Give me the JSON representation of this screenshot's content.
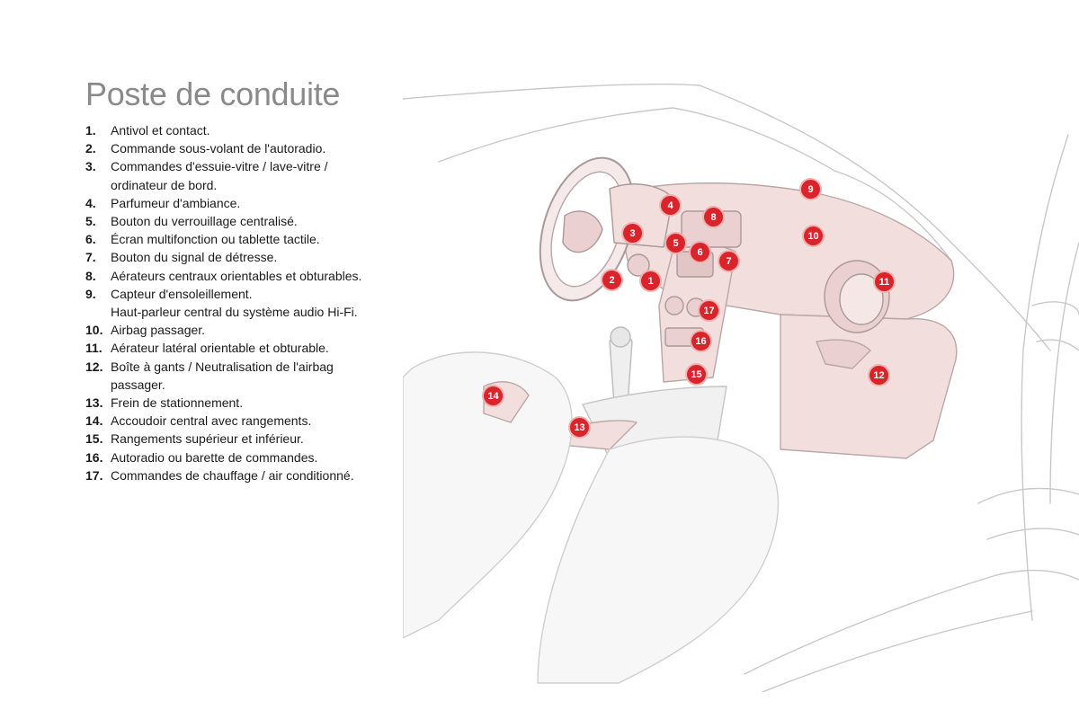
{
  "page": {
    "title": "Poste de conduite"
  },
  "legend": [
    {
      "num": "1.",
      "text": "Antivol et contact."
    },
    {
      "num": "2.",
      "text": "Commande sous-volant de l'autoradio."
    },
    {
      "num": "3.",
      "text": "Commandes d'essuie-vitre / lave-vitre / ordinateur de bord."
    },
    {
      "num": "4.",
      "text": "Parfumeur d'ambiance."
    },
    {
      "num": "5.",
      "text": "Bouton du verrouillage centralisé."
    },
    {
      "num": "6.",
      "text": "Écran multifonction ou tablette tactile."
    },
    {
      "num": "7.",
      "text": "Bouton du signal de détresse."
    },
    {
      "num": "8.",
      "text": "Aérateurs centraux orientables et obturables."
    },
    {
      "num": "9.",
      "text": "Capteur d'ensoleillement.\nHaut-parleur central du système audio Hi-Fi."
    },
    {
      "num": "10.",
      "text": "Airbag passager."
    },
    {
      "num": "11.",
      "text": "Aérateur latéral orientable et obturable."
    },
    {
      "num": "12.",
      "text": "Boîte à gants / Neutralisation de l'airbag passager."
    },
    {
      "num": "13.",
      "text": "Frein de stationnement."
    },
    {
      "num": "14.",
      "text": "Accoudoir central avec rangements."
    },
    {
      "num": "15.",
      "text": "Rangements supérieur et inférieur."
    },
    {
      "num": "16.",
      "text": "Autoradio ou barette de commandes."
    },
    {
      "num": "17.",
      "text": "Commandes de chauffage / air conditionné."
    }
  ],
  "figure": {
    "marker_labels": [
      "1",
      "2",
      "3",
      "4",
      "5",
      "6",
      "7",
      "8",
      "9",
      "10",
      "11",
      "12",
      "13",
      "14",
      "15",
      "16",
      "17"
    ],
    "marker_color": "#d9242b",
    "highlight_color": "#f3dede"
  }
}
